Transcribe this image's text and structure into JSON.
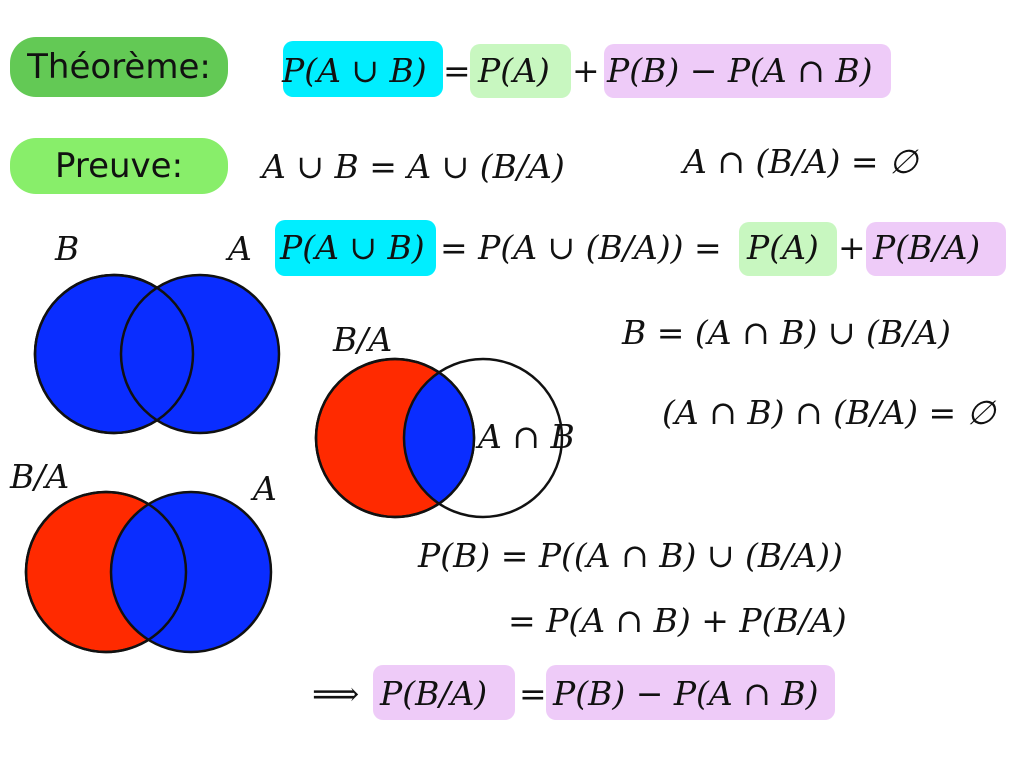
{
  "colors": {
    "theorem_label": "#63c955",
    "proof_label": "#88ee6a",
    "cyan": "#00eeff",
    "green": "#c8f7c0",
    "violet": "#eecbf8",
    "venn_blue": "#0a2dff",
    "venn_red": "#ff2a00"
  },
  "labels": {
    "theorem": "Théorème:",
    "proof": "Preuve:"
  },
  "theorem": {
    "lhs": "P(A ∪ B)",
    "eq": "=",
    "pa": "P(A)",
    "plus": "+",
    "rest": "P(B) − P(A ∩ B)"
  },
  "proof": {
    "line1_left": "A ∪ B = A ∪ (B/A)",
    "line1_right": "A ∩ (B/A) = ∅",
    "line2_lhs": "P(A ∪ B)",
    "line2_mid": "= P(A ∪ (B/A)) =",
    "line2_pa": "P(A)",
    "line2_plus": "+",
    "line2_pba": "P(B/A)",
    "line3": "B = (A ∩ B) ∪ (B/A)",
    "line4": "(A ∩ B) ∩ (B/A) = ∅",
    "line5": "P(B) = P((A ∩ B) ∪ (B/A))",
    "line6": "= P(A ∩ B) + P(B/A)",
    "concl_arrow": "⟹",
    "concl_lhs": "P(B/A)",
    "concl_eq": "=",
    "concl_rhs": "P(B) − P(A ∩ B)"
  },
  "venn": {
    "top_label_b": "B",
    "top_label_a": "A",
    "mid_label_ba": "B/A",
    "mid_label_ab": "A ∩ B",
    "bottom_label_ba": "B/A",
    "bottom_label_a": "A"
  }
}
